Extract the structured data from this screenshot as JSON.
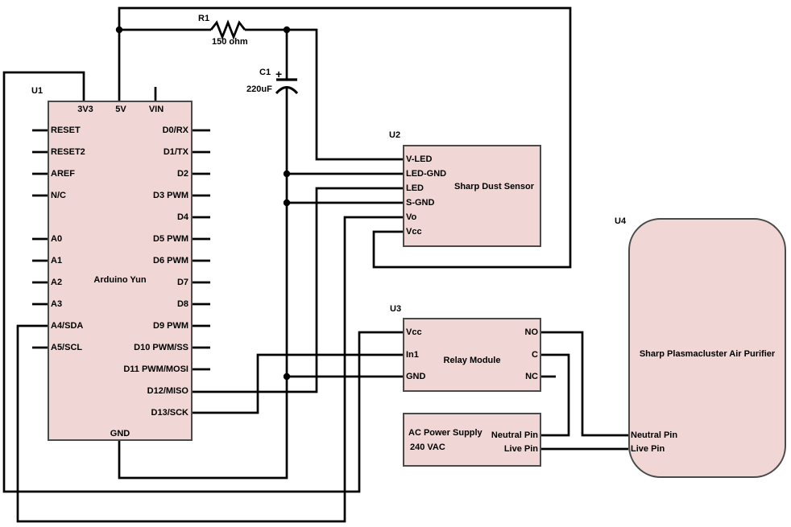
{
  "diagram_type": "circuit-schematic",
  "colors": {
    "background": "#ffffff",
    "component_fill": "#f0d7d5",
    "component_border": "#4a4a4a",
    "wire": "#000000",
    "text": "#000000"
  },
  "r1": {
    "ref": "R1",
    "value": "150 ohm"
  },
  "c1": {
    "ref": "C1",
    "value": "220uF",
    "polarity": "+"
  },
  "u1": {
    "ref": "U1",
    "name": "Arduino Yun",
    "top_pins": [
      "3V3",
      "5V",
      "VIN"
    ],
    "bottom_pins": [
      "GND"
    ],
    "left_pins": [
      "RESET",
      "RESET2",
      "AREF",
      "N/C",
      "A0",
      "A1",
      "A2",
      "A3",
      "A4/SDA",
      "A5/SCL"
    ],
    "right_pins": [
      "D0/RX",
      "D1/TX",
      "D2",
      "D3 PWM",
      "D4",
      "D5 PWM",
      "D6 PWM",
      "D7",
      "D8",
      "D9 PWM",
      "D10 PWM/SS",
      "D11 PWM/MOSI",
      "D12/MISO",
      "D13/SCK"
    ]
  },
  "u2": {
    "ref": "U2",
    "name": "Sharp Dust Sensor",
    "pins": [
      "V-LED",
      "LED-GND",
      "LED",
      "S-GND",
      "Vo",
      "Vcc"
    ]
  },
  "u3": {
    "ref": "U3",
    "name": "Relay Module",
    "left_pins": [
      "Vcc",
      "In1",
      "GND"
    ],
    "right_pins": [
      "NO",
      "C",
      "NC"
    ]
  },
  "ac_supply": {
    "name": "AC Power Supply",
    "rating": "240 VAC",
    "pins": [
      "Neutral Pin",
      "Live Pin"
    ]
  },
  "u4": {
    "ref": "U4",
    "name": "Sharp Plasmacluster Air Purifier",
    "pins": [
      "Neutral Pin",
      "Live Pin"
    ]
  }
}
